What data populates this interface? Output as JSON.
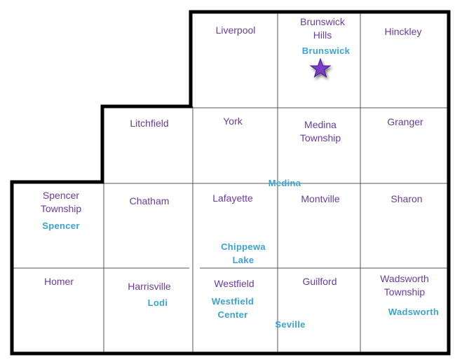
{
  "townships": {
    "liverpool": "Liverpool",
    "brunswick_hills": [
      "Brunswick",
      "Hills"
    ],
    "hinckley": "Hinckley",
    "litchfield": "Litchfield",
    "york": "York",
    "medina_township": [
      "Medina",
      "Township"
    ],
    "granger": "Granger",
    "spencer_township": [
      "Spencer",
      "Township"
    ],
    "chatham": "Chatham",
    "lafayette": "Lafayette",
    "montville": "Montville",
    "sharon": "Sharon",
    "homer": "Homer",
    "harrisville": "Harrisville",
    "westfield": "Westfield",
    "guilford": "Guilford",
    "wadsworth_township": [
      "Wadsworth",
      "Township"
    ]
  },
  "places": {
    "brunswick": "Brunswick",
    "medina": "Medina",
    "spencer": "Spencer",
    "chippewa_lake": [
      "Chippewa",
      "Lake"
    ],
    "lodi": "Lodi",
    "westfield_center": [
      "Westfield",
      "Center"
    ],
    "seville": "Seville",
    "wadsworth": "Wadsworth"
  },
  "colors": {
    "township_label": "#6a3c9c",
    "place_label": "#3aa3d4",
    "star_fill": "#7a3bc8",
    "border": "#000000",
    "grid": "#555555"
  },
  "marker_icon": "star-icon"
}
